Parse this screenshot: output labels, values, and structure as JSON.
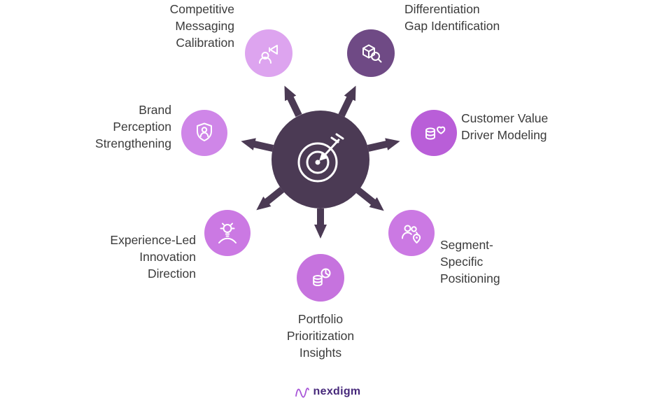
{
  "diagram": {
    "center": {
      "icon": "target-dart-icon",
      "color": "#4b3a54"
    },
    "arrow_color": "#4b3a54",
    "nodes": [
      {
        "label": "Competitive Messaging Calibration",
        "icon": "megaphone-announcement-icon",
        "color": "#dda4ef"
      },
      {
        "label": "Differentiation Gap Identification",
        "icon": "cube-magnifier-icon",
        "color": "#6f4a85"
      },
      {
        "label": "Customer Value Driver Modeling",
        "icon": "coins-heart-icon",
        "color": "#b95ed8"
      },
      {
        "label": "Segment-Specific Positioning",
        "icon": "people-location-pin-icon",
        "color": "#cb79e3"
      },
      {
        "label": "Portfolio Prioritization Insights",
        "icon": "coins-pie-chart-icon",
        "color": "#c673de"
      },
      {
        "label": "Experience-Led Innovation Direction",
        "icon": "lightbulb-hands-icon",
        "color": "#cb79e3"
      },
      {
        "label": "Brand Perception Strengthening",
        "icon": "shield-person-icon",
        "color": "#cf86e8"
      }
    ]
  },
  "footer": {
    "brand_name": "nexdigm",
    "brand_text_color": "#47297b",
    "brand_icon_color": "#a855d8"
  }
}
